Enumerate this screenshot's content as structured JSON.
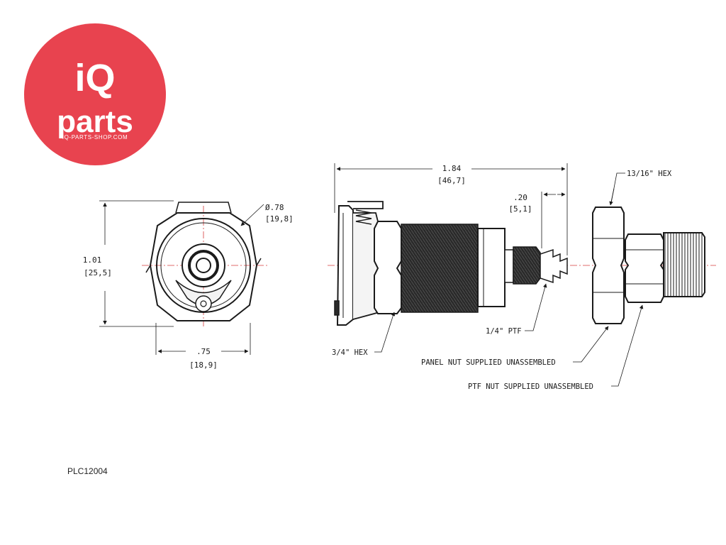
{
  "logo": {
    "brand_top": "iQ",
    "brand_bottom": "parts",
    "website": "IQ-PARTS-SHOP.COM",
    "color": "#e8434f"
  },
  "part_number": "PLC12004",
  "front_view": {
    "height_in": "1.01",
    "height_mm": "[25,5]",
    "width_in": ".75",
    "width_mm": "[18,9]",
    "diameter_in": "Ø.78",
    "diameter_mm": "[19,8]"
  },
  "side_view": {
    "length_in": "1.84",
    "length_mm": "[46,7]",
    "tip_in": ".20",
    "tip_mm": "[5,1]",
    "hex_body": "3/4\" HEX",
    "ptf_thread": "1/4\" PTF",
    "hex_nut": "13/16\" HEX",
    "panel_nut": "PANEL NUT  SUPPLIED UNASSEMBLED",
    "ptf_nut": "PTF NUT  SUPPLIED UNASSEMBLED"
  },
  "colors": {
    "line": "#1a1a1a",
    "centerline": "#d63b3b"
  }
}
